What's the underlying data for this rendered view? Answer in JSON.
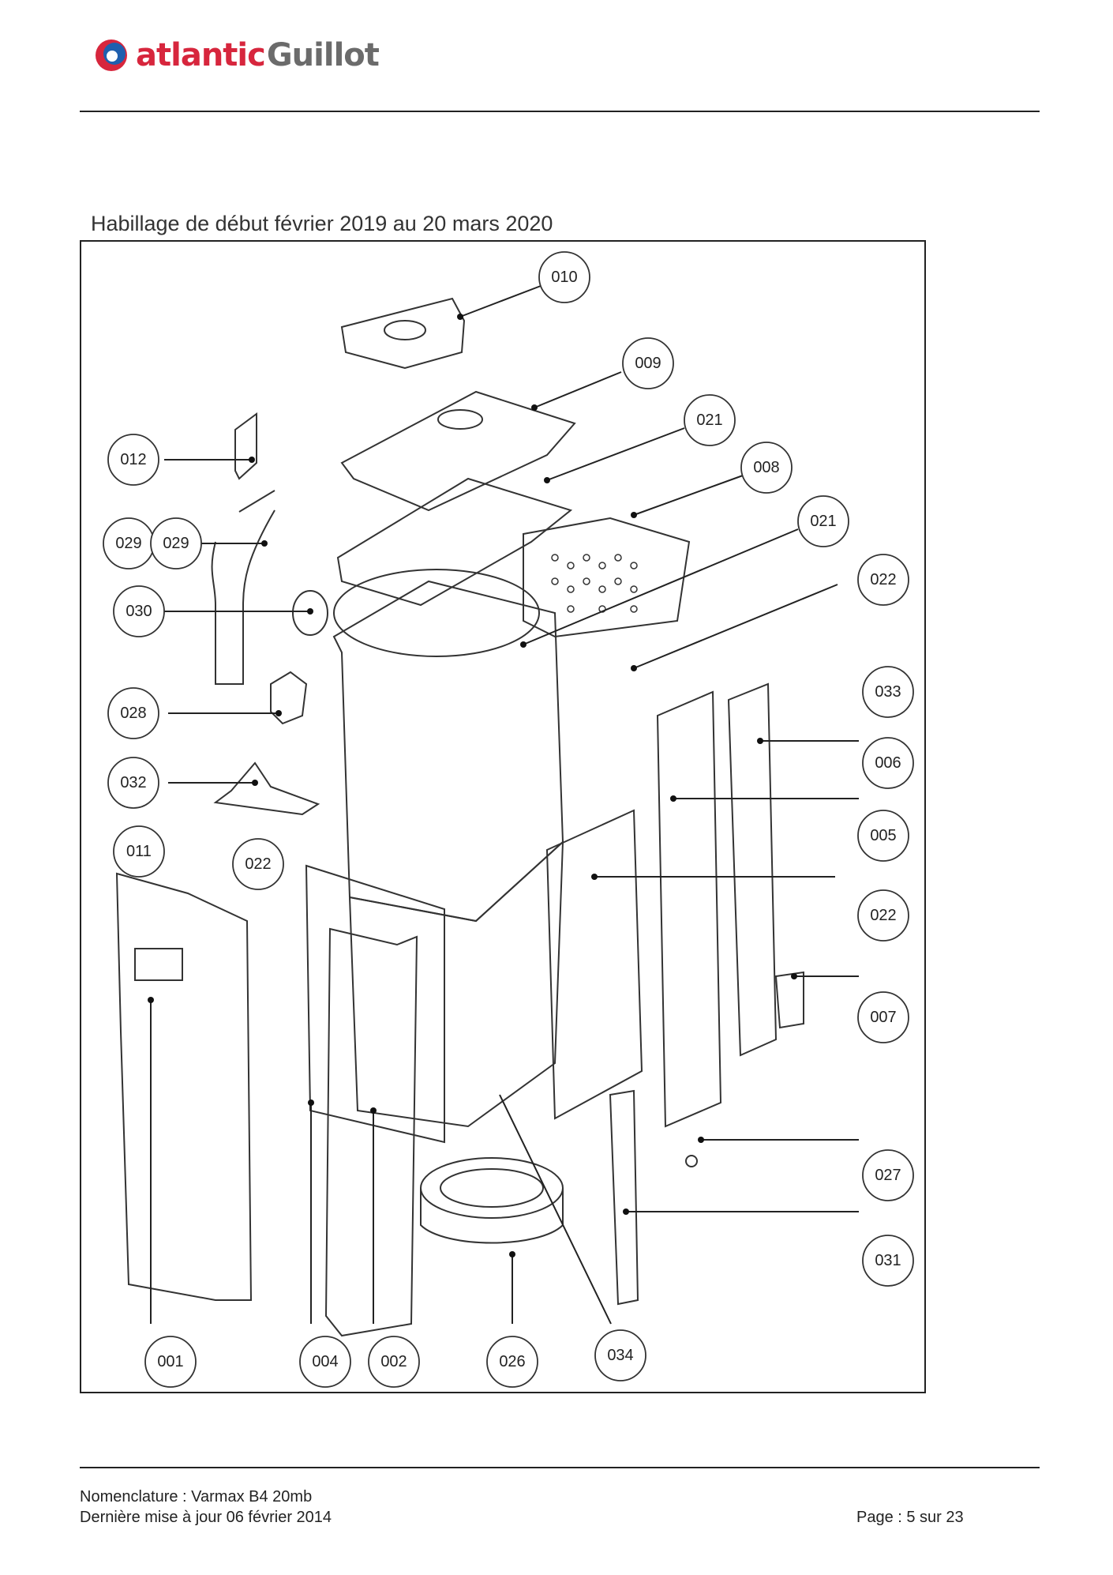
{
  "brand": {
    "name_primary": "atlantic",
    "name_secondary": "Guillot",
    "colors": {
      "red": "#d7263d",
      "blue": "#1f5fae",
      "grey": "#6b6b6b"
    }
  },
  "section_title": "Habillage de début février 2019 au 20 mars 2020",
  "callouts": {
    "c010": "010",
    "c009": "009",
    "c021a": "021",
    "c008": "008",
    "c021b": "021",
    "c012": "012",
    "c029a": "029",
    "c029b": "029",
    "c022a": "022",
    "c030": "030",
    "c033": "033",
    "c028": "028",
    "c006": "006",
    "c032": "032",
    "c005": "005",
    "c011": "011",
    "c022b": "022",
    "c022c": "022",
    "c007": "007",
    "c027": "027",
    "c031": "031",
    "c001": "001",
    "c004": "004",
    "c002": "002",
    "c026": "026",
    "c034": "034"
  },
  "footer": {
    "line1": "Nomenclature : Varmax B4 20mb",
    "line2": "Dernière mise à jour 06 février 2014",
    "page": "Page : 5 sur 23"
  }
}
